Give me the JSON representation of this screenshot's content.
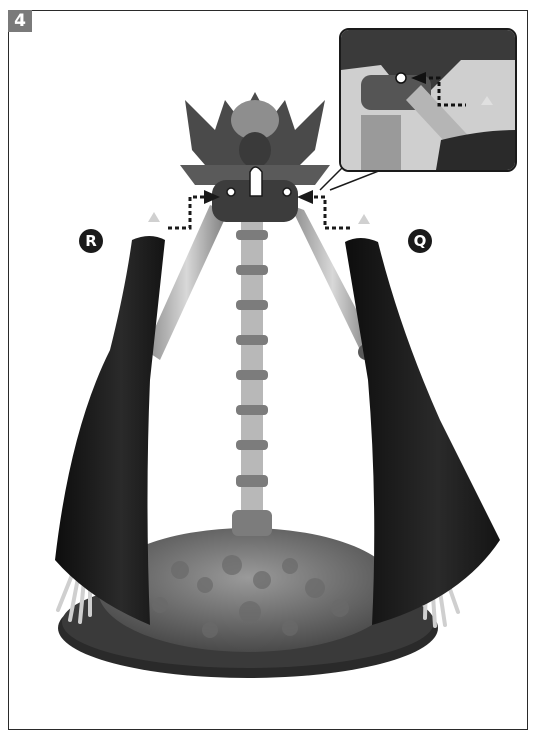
{
  "step": {
    "number": "4"
  },
  "labels": {
    "left_part": "R",
    "right_part": "Q"
  },
  "colors": {
    "frame": "#2a2a2a",
    "badge": "#7a7a7a",
    "part_dark": "#1c1c1c",
    "metal": "#9a9a9a"
  }
}
